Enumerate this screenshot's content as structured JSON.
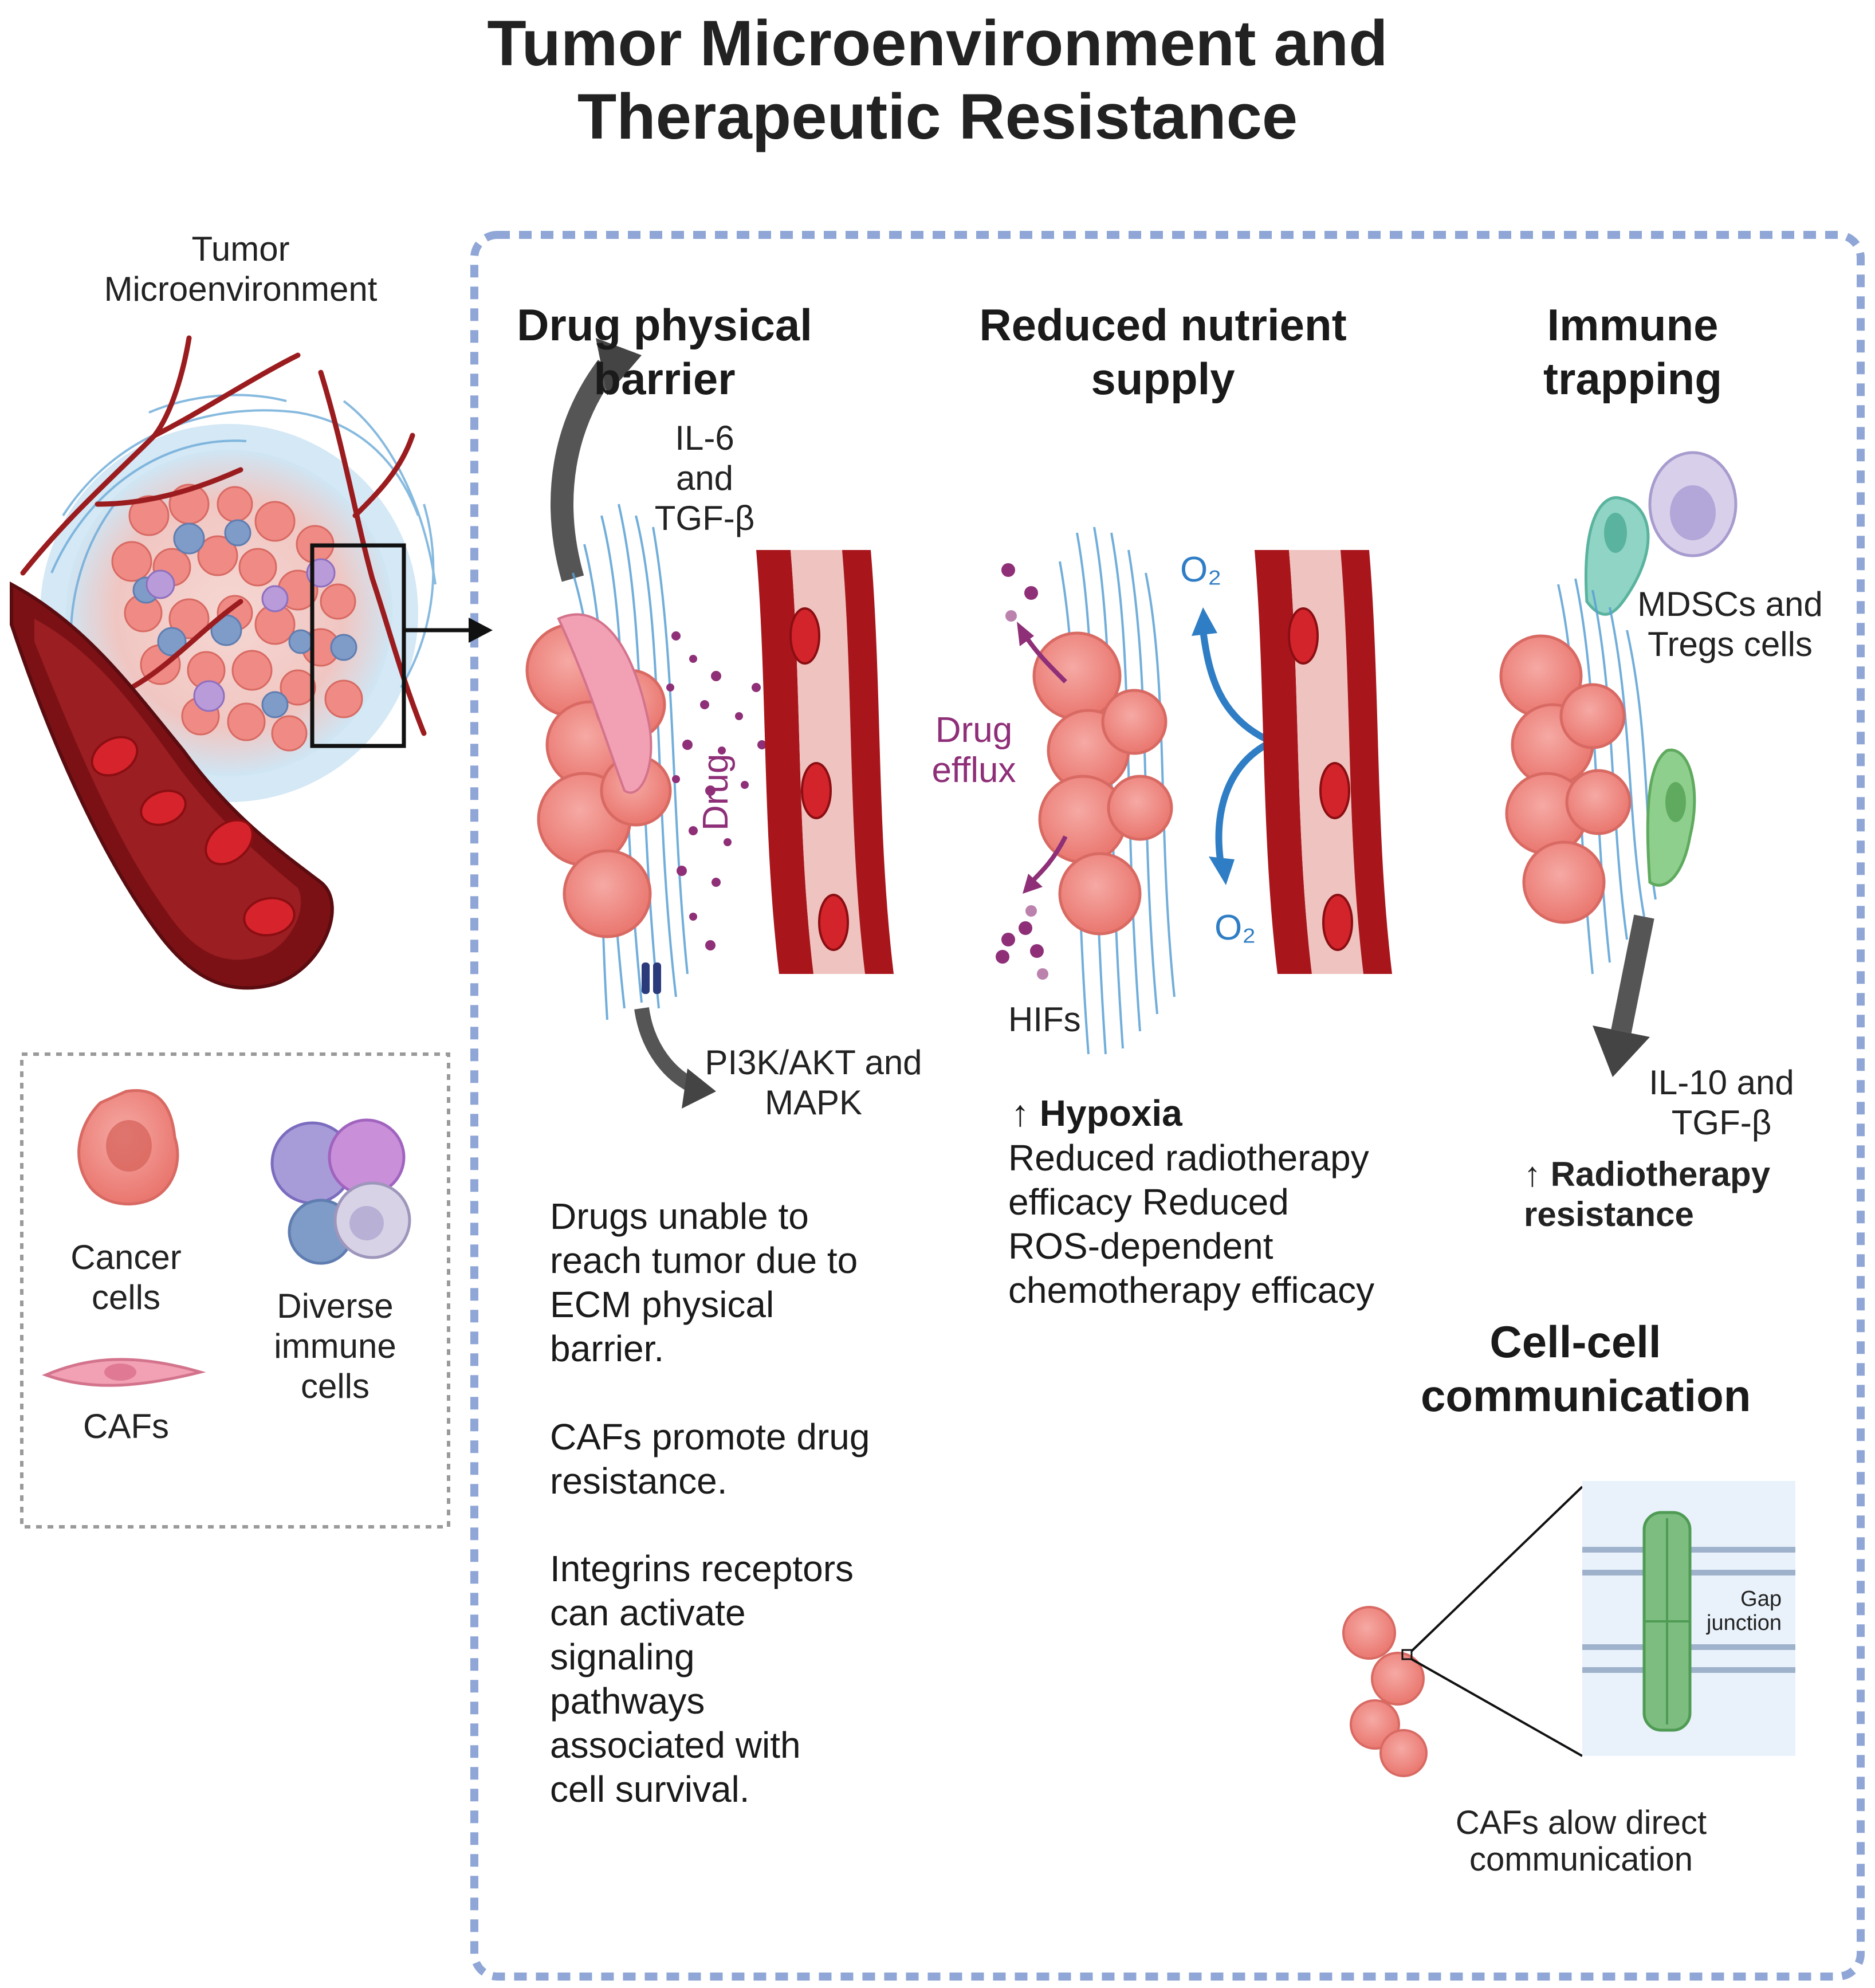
{
  "title": "Tumor Microenvironment and Therapeutic Resistance",
  "overview": {
    "label": "Tumor Microenvironment"
  },
  "legend": {
    "cancer_cells": "Cancer cells",
    "immune_cells": "Diverse immune cells",
    "cafs": "CAFs"
  },
  "panels": {
    "barrier": {
      "heading": "Drug physical barrier",
      "top_signal": "IL-6 and TGF-β",
      "drug_label": "Drug",
      "bottom_signal": "PI3K/AKT and MAPK",
      "desc": [
        "Drugs unable to reach tumor due to ECM physical barrier.",
        "CAFs promote drug resistance.",
        "Integrins receptors can activate signaling pathways associated with cell survival."
      ]
    },
    "nutrient": {
      "heading": "Reduced nutrient supply",
      "efflux_label": "Drug efflux",
      "o2_top": "O₂",
      "o2_bottom": "O₂",
      "hifs": "HIFs",
      "effect_heading": "↑ Hypoxia",
      "effects": "Reduced radiotherapy efficacy Reduced ROS-dependent chemotherapy efficacy"
    },
    "immune": {
      "heading": "Immune trapping",
      "cells_label": "MDSCs and Tregs cells",
      "signal": "IL-10 and TGF-β",
      "effect": "↑ Radiotherapy resistance"
    },
    "cellcell": {
      "heading": "Cell-cell communication",
      "gap_label": "Gap junction",
      "caption": "CAFs alow direct communication"
    }
  },
  "colors": {
    "dashed_border": "#8fa6d6",
    "vessel_dark": "#a8161c",
    "vessel_light": "#efc3c0",
    "rbc": "#d3232b",
    "cancer_cell": "#f08c87",
    "ecm": "#5aa0d4",
    "drug_purple": "#8e2f78",
    "oxygen_blue": "#2f7ec5",
    "gap_junction": "#7dbd80"
  }
}
